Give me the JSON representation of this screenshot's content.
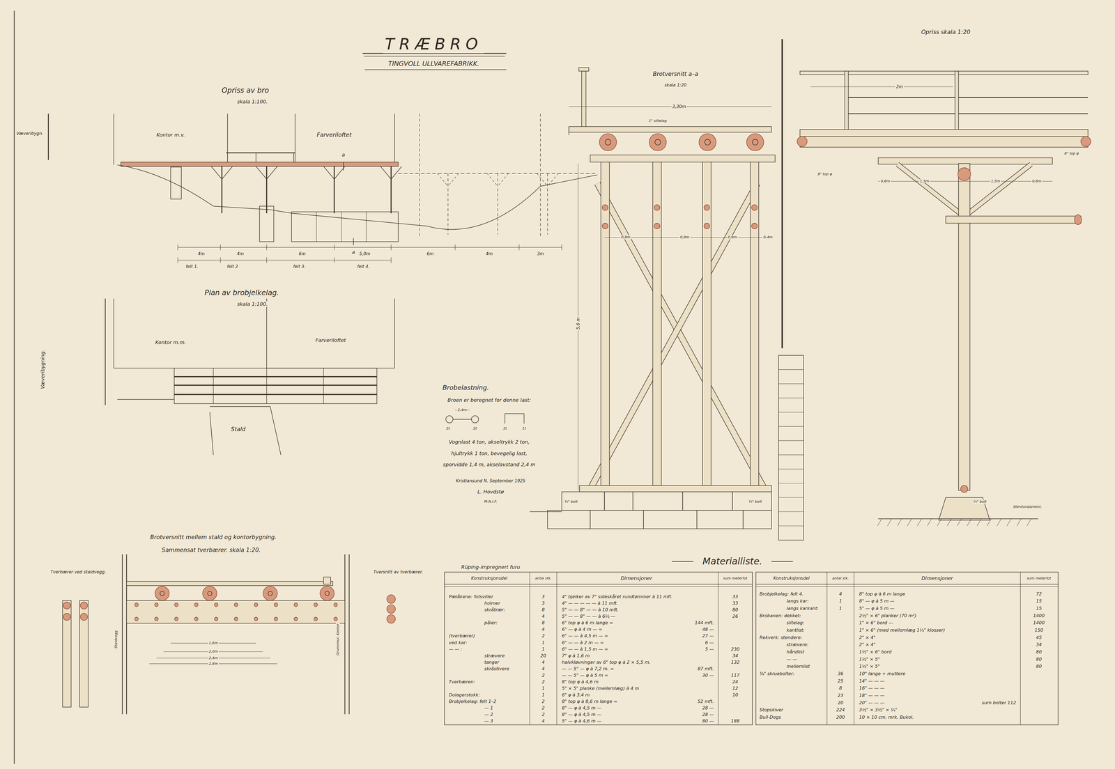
{
  "diagram": {
    "title": "TRÆBRO",
    "labels": [
      "TINGVOLL ULLVAREFABRIKK.",
      "Opriss av bro",
      "skala 1:100.",
      "Væveribygn.",
      "Kontor m.v.",
      "Farveriloftet",
      "a",
      "a",
      "4m",
      "4m",
      "6m",
      "5,0m",
      "6m",
      "4m",
      "3m",
      "felt 1.",
      "felt 2",
      "felt 3.",
      "felt 4.",
      "Plan av brobjelkelag.",
      "skala 1:100.",
      "Væveribygning.",
      "Kontor m.m.",
      "Farveriloftet",
      "Stald",
      "Brobelastning.",
      "Broen er beregnet for denne last:",
      "2,4m",
      "2t",
      "2t",
      "1t",
      "1t",
      "Vognlast 4 ton, akseltrykk 2 ton,",
      "hjultrykk 1 ton, bevegelig last,",
      "sporvidde 1,4 m, akselavstand 2,4 m",
      "Kristiansund N. September 1925",
      "L. Hovdstø",
      "M.N.I.F.",
      "Brotversnitt a–a",
      "skala 1:20",
      "3,30m",
      "1\" slitelag",
      "0,8m",
      "0,9m",
      "0,9m",
      "0,4m",
      "5,6 m",
      "¾\" bolt",
      "¾\" bolt",
      "Opriss skala 1:20",
      "2m",
      "8\" top φ",
      "8\" top φ",
      "0,6m",
      "1,5m",
      "1,5m",
      "0,6m",
      "Stenfundament.",
      "¾\" bolt",
      "Brotversnitt mellem stald og kontorbygning.",
      "Sammensat tverbærer. skala 1:20.",
      "Tverbærer ved staldvegg.",
      "Tversnitt av tverbærer.",
      "Staldvegg",
      "Grunnmur, Kontor",
      "1,6m",
      "2,0m",
      "2,4m",
      "2,8m",
      "Materialliste.",
      "Rüping-impregnert furu",
      "Konstruksjonsdel",
      "antal stk.",
      "Dimensjoner",
      "sum meterfot",
      "Konstruksjonsdel",
      "antal stk.",
      "Dimensjoner",
      "sum meterfot",
      "Pælåkene: fotsviller",
      "3",
      "4\" bjelker av 7\" sideskåret rundtømmer à 11 mft.",
      "33",
      "holmer",
      "3",
      "4\" — — — — — à 11 mft.",
      "33",
      "skråtrær:",
      "8",
      "5\" — — 8\" — — à 10 mft.",
      "80",
      "4",
      "5\" — — 8\" — — à 6½ —",
      "26",
      "påler:",
      "8",
      "6\" top φ à 6 m lange =",
      "144 mft.",
      "4",
      "6\" — φ à 4 m — =",
      "48 —",
      "(tverbærer)",
      "2",
      "6\" — — à 4,5 m — =",
      "27 —",
      "ved kar:",
      "1",
      "6\" — — à 2 m — =",
      "6 —",
      "— — :",
      "1",
      "6\" — — à 1,5 m — =",
      "5 —",
      "230",
      "strævere",
      "20",
      "7\" φ à 1,6 m",
      "34",
      "tanger",
      "4",
      "halvkløvninger av 6\" top φ à 2 × 5,5 m.",
      "132",
      "skråstivere",
      "4",
      "— — 5\" — φ à 7,2 m. =",
      "87 mft.",
      "2",
      "— — 5\" — φ à 5 m =",
      "30 —",
      "117",
      "Tverbæren:",
      "2",
      "8\" top φ à 4,6 m",
      "24",
      "1",
      "5\" × 5\" planke (mellemlæg) à 4 m",
      "12",
      "Dolagerstokk:",
      "1",
      "6\" φ à 3,4 m",
      "10",
      "Brobjelkelag: felt 1–2",
      "2",
      "8\" top φ à 8,6 m lange =",
      "52 mft.",
      "— 1",
      "2",
      "8\" — φ à 4,5 m —",
      "28 —",
      "— 2",
      "2",
      "8\" — φ à 4,5 m —",
      "28 —",
      "— 3",
      "4",
      "5\" — φ à 4,6 m —",
      "80 —",
      "188",
      "Brobjelkelag: felt 4.",
      "4",
      "8\" top φ à 6 m lange",
      "72",
      "langs kar:",
      "1",
      "8\" — φ à 5 m —",
      "15",
      "langs karkant:",
      "1",
      "5\" — φ à 5 m —",
      "15",
      "Brobanen: dekket:",
      "2½\" × 6\" planker (70 m²)",
      "1400",
      "slitelag:",
      "1\" × 6\" bord —",
      "1400",
      "kantlist:",
      "1\" × 6\" (med mellomlæg 1¼\" klosser)",
      "150",
      "Rekverk: stendere:",
      "2\" × 4\"",
      "45",
      "strævere:",
      "2\" × 4\"",
      "34",
      "håndlist",
      "1½\" × 6\" bord",
      "80",
      "— —",
      "1½\" × 5\"",
      "80",
      "mellemlist",
      "1½\" × 5\"",
      "80",
      "¾\" skruebolter:",
      "36",
      "10\" lange + muttere",
      "25",
      "14\" — — —",
      "8",
      "16\" — — —",
      "23",
      "18\" — — —",
      "20",
      "20\" — — —",
      "sum bolter 112",
      "Stopskiver",
      "224",
      "3½\" × 3½\" × ¼\"",
      "Bull-Dogs",
      "200",
      "10 × 10 cm. mrk. Bukol."
    ]
  }
}
